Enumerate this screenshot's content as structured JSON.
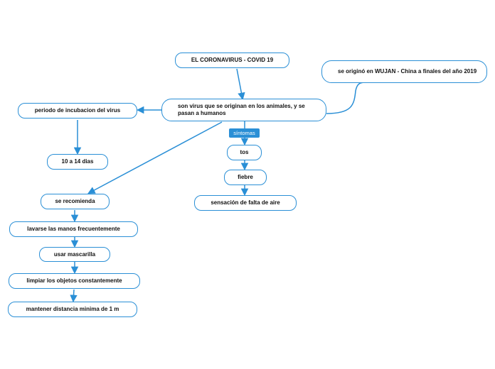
{
  "diagram": {
    "title": "EL CORONAVIRUS - COVID 19",
    "main_definition": "son virus que se originan en los animales, y se pasan a humanos",
    "origin": "se originó en WUJAN - China a finales del año 2019",
    "incubation": {
      "label": "periodo de incubacion del virus",
      "value": "10 a 14 dias"
    },
    "symptoms": {
      "tag": "síntomas",
      "items": [
        "tos",
        "fiebre",
        "sensación de falta de aire"
      ]
    },
    "recommendations": {
      "label": "se recomienda",
      "items": [
        "lavarse las manos frecuentemente",
        "usar mascarilla",
        "limpiar los objetos constantemente",
        "mantener distancia minima de 1 m"
      ]
    }
  },
  "colors": {
    "accent": "#2a8fd6",
    "text": "#111111",
    "background": "#ffffff"
  }
}
